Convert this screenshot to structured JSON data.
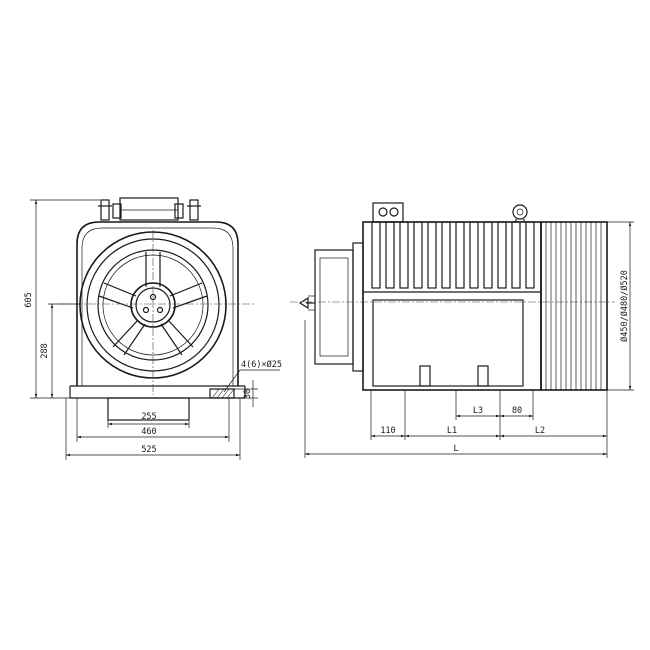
{
  "front_view": {
    "dim_overall_height": "605",
    "dim_center_height": "288",
    "dim_width_inner": "255",
    "dim_width_mid": "460",
    "dim_width_outer": "525",
    "dim_hole_note": "4(6)×Ø25",
    "dim_base_thickness": "30"
  },
  "side_view": {
    "dim_110": "110",
    "dim_L1": "L1",
    "dim_L3": "L3",
    "dim_80": "80",
    "dim_L2": "L2",
    "dim_L": "L",
    "dim_diameters": "Ø450/Ø480/Ø520"
  }
}
